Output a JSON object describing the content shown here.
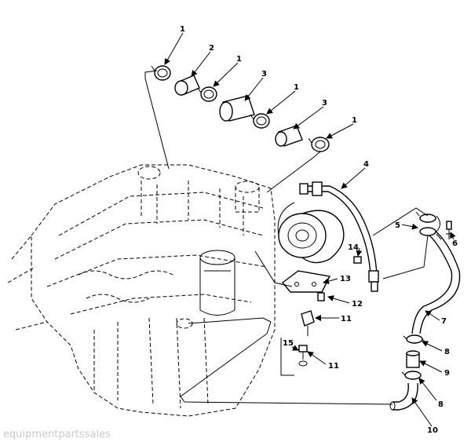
{
  "callouts": {
    "c1a": "1",
    "c2": "2",
    "c1b": "1",
    "c3a": "3",
    "c1c": "1",
    "c3b": "3",
    "c1d": "1",
    "c4": "4",
    "c5": "5",
    "c6": "6",
    "c7": "7",
    "c8a": "8",
    "c9": "9",
    "c8b": "8",
    "c10": "10",
    "c11a": "11",
    "c11b": "11",
    "c12": "12",
    "c13": "13",
    "c14": "14",
    "c15": "15"
  },
  "watermark": "equipmentpartssales"
}
